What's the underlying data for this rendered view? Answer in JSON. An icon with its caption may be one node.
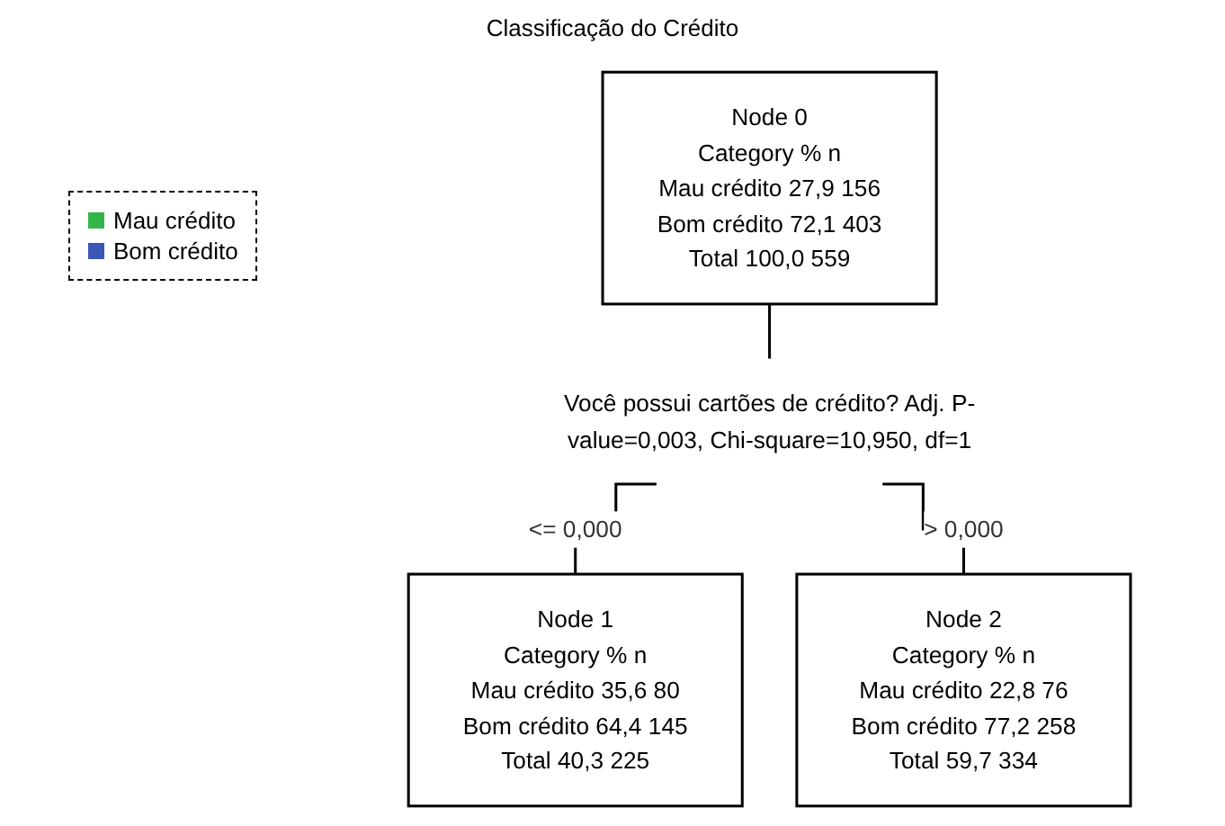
{
  "diagram": {
    "title": "Classificação do Crédito",
    "nodes": [
      {
        "text": [
          "Node 0",
          "Category",
          "%",
          "n",
          "Mau crédito",
          "27,9",
          "156",
          "Bom crédito",
          "72,1",
          "403",
          "Total",
          "100,0",
          "559"
        ]
      },
      {
        "text": [
          "Você possui cartões de crédito? Adj. P-value=0,003, Chi-square=10,950, df=1"
        ]
      },
      {
        "text": [
          "Node 1",
          "Category",
          "%",
          "n",
          "Mau crédito",
          "35,6",
          "80",
          "Bom crédito",
          "64,4",
          "145",
          "Total",
          "40,3",
          "225"
        ]
      },
      {
        "text": [
          "Node 2",
          "Category",
          "%",
          "n",
          "Mau crédito",
          "22,8",
          "76",
          "Bom crédito",
          "77,2",
          "258",
          "Total",
          "59,7",
          "334"
        ]
      }
    ],
    "edges": [
      {
        "from": 0,
        "to": 1,
        "arrow": "none"
      },
      {
        "from": 1,
        "to": 2,
        "arrow": "none",
        "label": "<= 0,000"
      },
      {
        "from": 1,
        "to": 3,
        "arrow": "none",
        "label": "> 0,000"
      }
    ],
    "legend": [
      {
        "text": "Mau crédito",
        "color": "#33b54a"
      },
      {
        "text": "Bom crédito",
        "color": "#3b57b5"
      }
    ]
  }
}
